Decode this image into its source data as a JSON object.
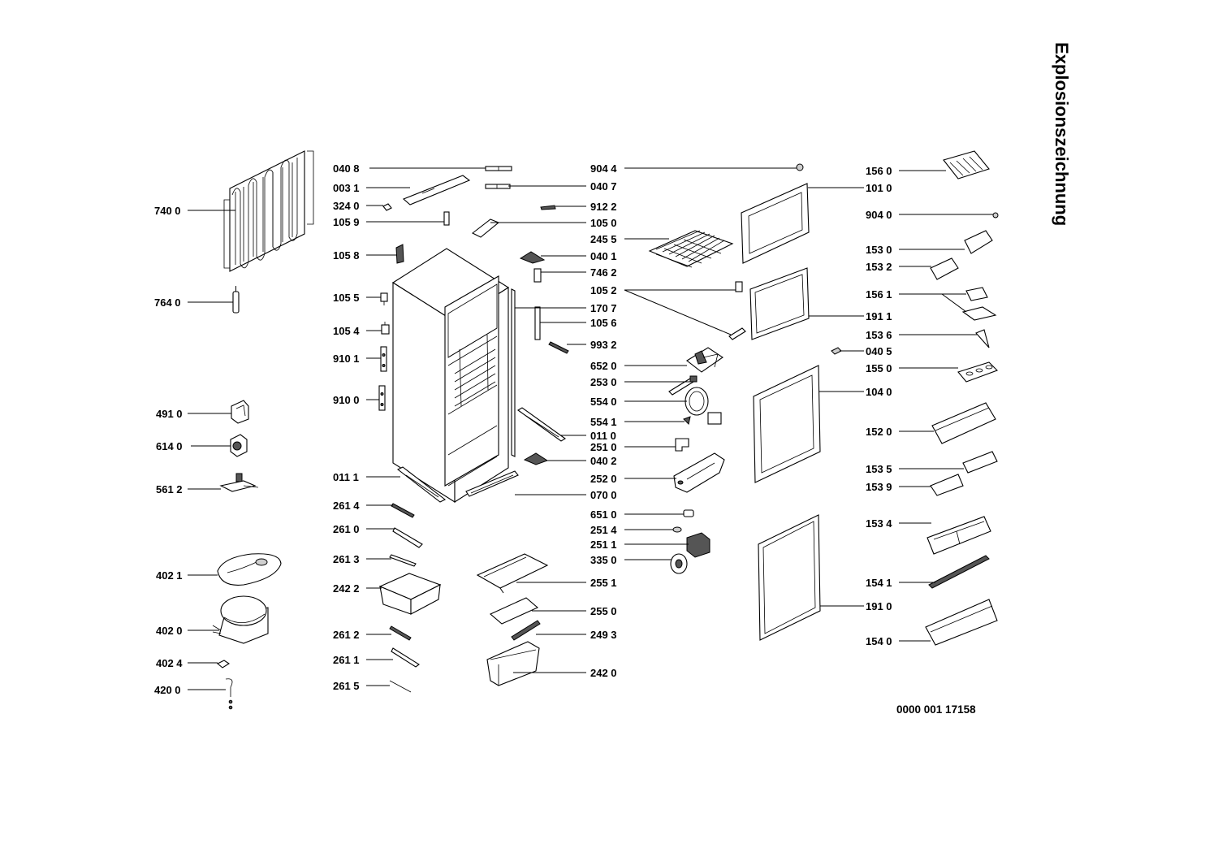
{
  "title": "Explosionszeichnung",
  "document_number": "0000 001 17158",
  "parts": [
    {
      "id": "740",
      "label": "740 0"
    },
    {
      "id": "764",
      "label": "764 0"
    },
    {
      "id": "491",
      "label": "491 0"
    },
    {
      "id": "614",
      "label": "614 0"
    },
    {
      "id": "5612",
      "label": "561 2"
    },
    {
      "id": "4021",
      "label": "402 1"
    },
    {
      "id": "402",
      "label": "402 0"
    },
    {
      "id": "4024",
      "label": "402 4"
    },
    {
      "id": "420",
      "label": "420 0"
    },
    {
      "id": "0408",
      "label": "040 8"
    },
    {
      "id": "0031",
      "label": "003 1"
    },
    {
      "id": "324",
      "label": "324 0"
    },
    {
      "id": "1059",
      "label": "105 9"
    },
    {
      "id": "1058",
      "label": "105 8"
    },
    {
      "id": "1055",
      "label": "105 5"
    },
    {
      "id": "1054",
      "label": "105 4"
    },
    {
      "id": "9101",
      "label": "910 1"
    },
    {
      "id": "910",
      "label": "910 0"
    },
    {
      "id": "0111",
      "label": "011 1"
    },
    {
      "id": "2614",
      "label": "261 4"
    },
    {
      "id": "261",
      "label": "261 0"
    },
    {
      "id": "2613",
      "label": "261 3"
    },
    {
      "id": "2422",
      "label": "242 2"
    },
    {
      "id": "2612",
      "label": "261 2"
    },
    {
      "id": "2611",
      "label": "261 1"
    },
    {
      "id": "2615",
      "label": "261 5"
    },
    {
      "id": "9044",
      "label": "904 4"
    },
    {
      "id": "0407",
      "label": "040 7"
    },
    {
      "id": "9122",
      "label": "912 2"
    },
    {
      "id": "105",
      "label": "105 0"
    },
    {
      "id": "2455",
      "label": "245 5"
    },
    {
      "id": "0401",
      "label": "040 1"
    },
    {
      "id": "7462",
      "label": "746 2"
    },
    {
      "id": "1052",
      "label": "105 2"
    },
    {
      "id": "1707",
      "label": "170 7"
    },
    {
      "id": "1056",
      "label": "105 6"
    },
    {
      "id": "9932",
      "label": "993 2"
    },
    {
      "id": "652",
      "label": "652 0"
    },
    {
      "id": "253",
      "label": "253 0"
    },
    {
      "id": "554",
      "label": "554 0"
    },
    {
      "id": "5541",
      "label": "554 1"
    },
    {
      "id": "011",
      "label": "011 0"
    },
    {
      "id": "251",
      "label": "251 0"
    },
    {
      "id": "0402",
      "label": "040 2"
    },
    {
      "id": "252",
      "label": "252 0"
    },
    {
      "id": "070",
      "label": "070 0"
    },
    {
      "id": "651",
      "label": "651 0"
    },
    {
      "id": "2514",
      "label": "251 4"
    },
    {
      "id": "2511",
      "label": "251 1"
    },
    {
      "id": "335",
      "label": "335 0"
    },
    {
      "id": "2551",
      "label": "255 1"
    },
    {
      "id": "255",
      "label": "255 0"
    },
    {
      "id": "2493",
      "label": "249 3"
    },
    {
      "id": "242",
      "label": "242 0"
    },
    {
      "id": "156",
      "label": "156 0"
    },
    {
      "id": "101",
      "label": "101 0"
    },
    {
      "id": "904",
      "label": "904 0"
    },
    {
      "id": "153",
      "label": "153 0"
    },
    {
      "id": "1532",
      "label": "153 2"
    },
    {
      "id": "1561",
      "label": "156 1"
    },
    {
      "id": "1911",
      "label": "191 1"
    },
    {
      "id": "1536",
      "label": "153 6"
    },
    {
      "id": "0405",
      "label": "040 5"
    },
    {
      "id": "155",
      "label": "155 0"
    },
    {
      "id": "104",
      "label": "104 0"
    },
    {
      "id": "152",
      "label": "152 0"
    },
    {
      "id": "1535",
      "label": "153 5"
    },
    {
      "id": "1539",
      "label": "153 9"
    },
    {
      "id": "1534",
      "label": "153 4"
    },
    {
      "id": "1541",
      "label": "154 1"
    },
    {
      "id": "191",
      "label": "191 0"
    },
    {
      "id": "154",
      "label": "154 0"
    }
  ]
}
